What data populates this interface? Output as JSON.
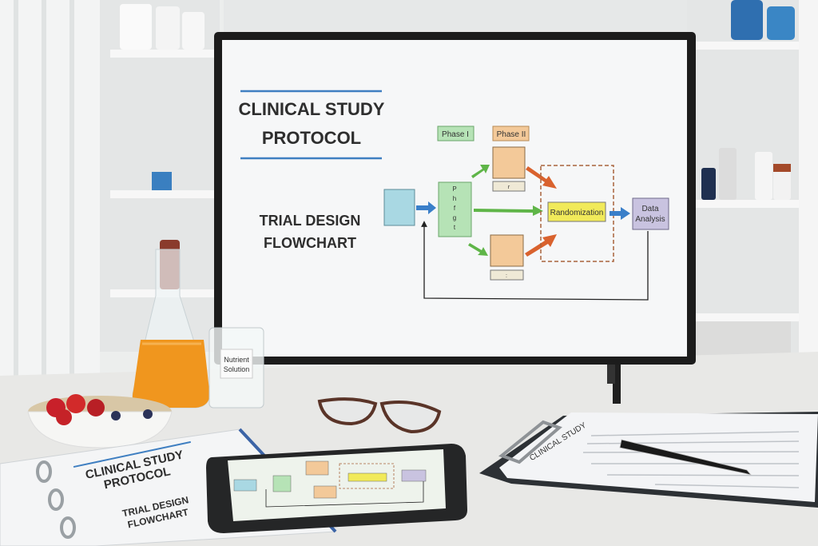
{
  "monitor": {
    "title_line1": "CLINICAL STUDY",
    "title_line2": "PROTOCOL",
    "subtitle_line1": "TRIAL DESIGN",
    "subtitle_line2": "FLOWCHART",
    "accent_color": "#3f7fc1",
    "flowchart": {
      "phase1_label": "Phase I",
      "phase2_label": "Phase II",
      "phase_box_letters": [
        "P",
        "h",
        "f",
        "g",
        "t"
      ],
      "upper_label": "r",
      "lower_label": ":",
      "randomization_label": "Randomization",
      "data_analysis_line1": "Data",
      "data_analysis_line2": "Analysis",
      "colors": {
        "start": "#a9d8e3",
        "phase1": "#b6e3b6",
        "phase2": "#f3c999",
        "randomization": "#f1ea5a",
        "data_analysis": "#c9c3e0",
        "green_arrow": "#5fb548",
        "orange_arrow": "#d9622e",
        "blue_arrow": "#3a7fc9"
      }
    }
  },
  "beaker_label_line1": "Nutrient",
  "beaker_label_line2": "Solution",
  "binder": {
    "title_line1": "CLINICAL STUDY",
    "title_line2": "PROTOCOL",
    "subtitle_line1": "TRIAL DESIGN",
    "subtitle_line2": "FLOWCHART"
  },
  "clipboard_heading": "CLINICAL STUDY"
}
